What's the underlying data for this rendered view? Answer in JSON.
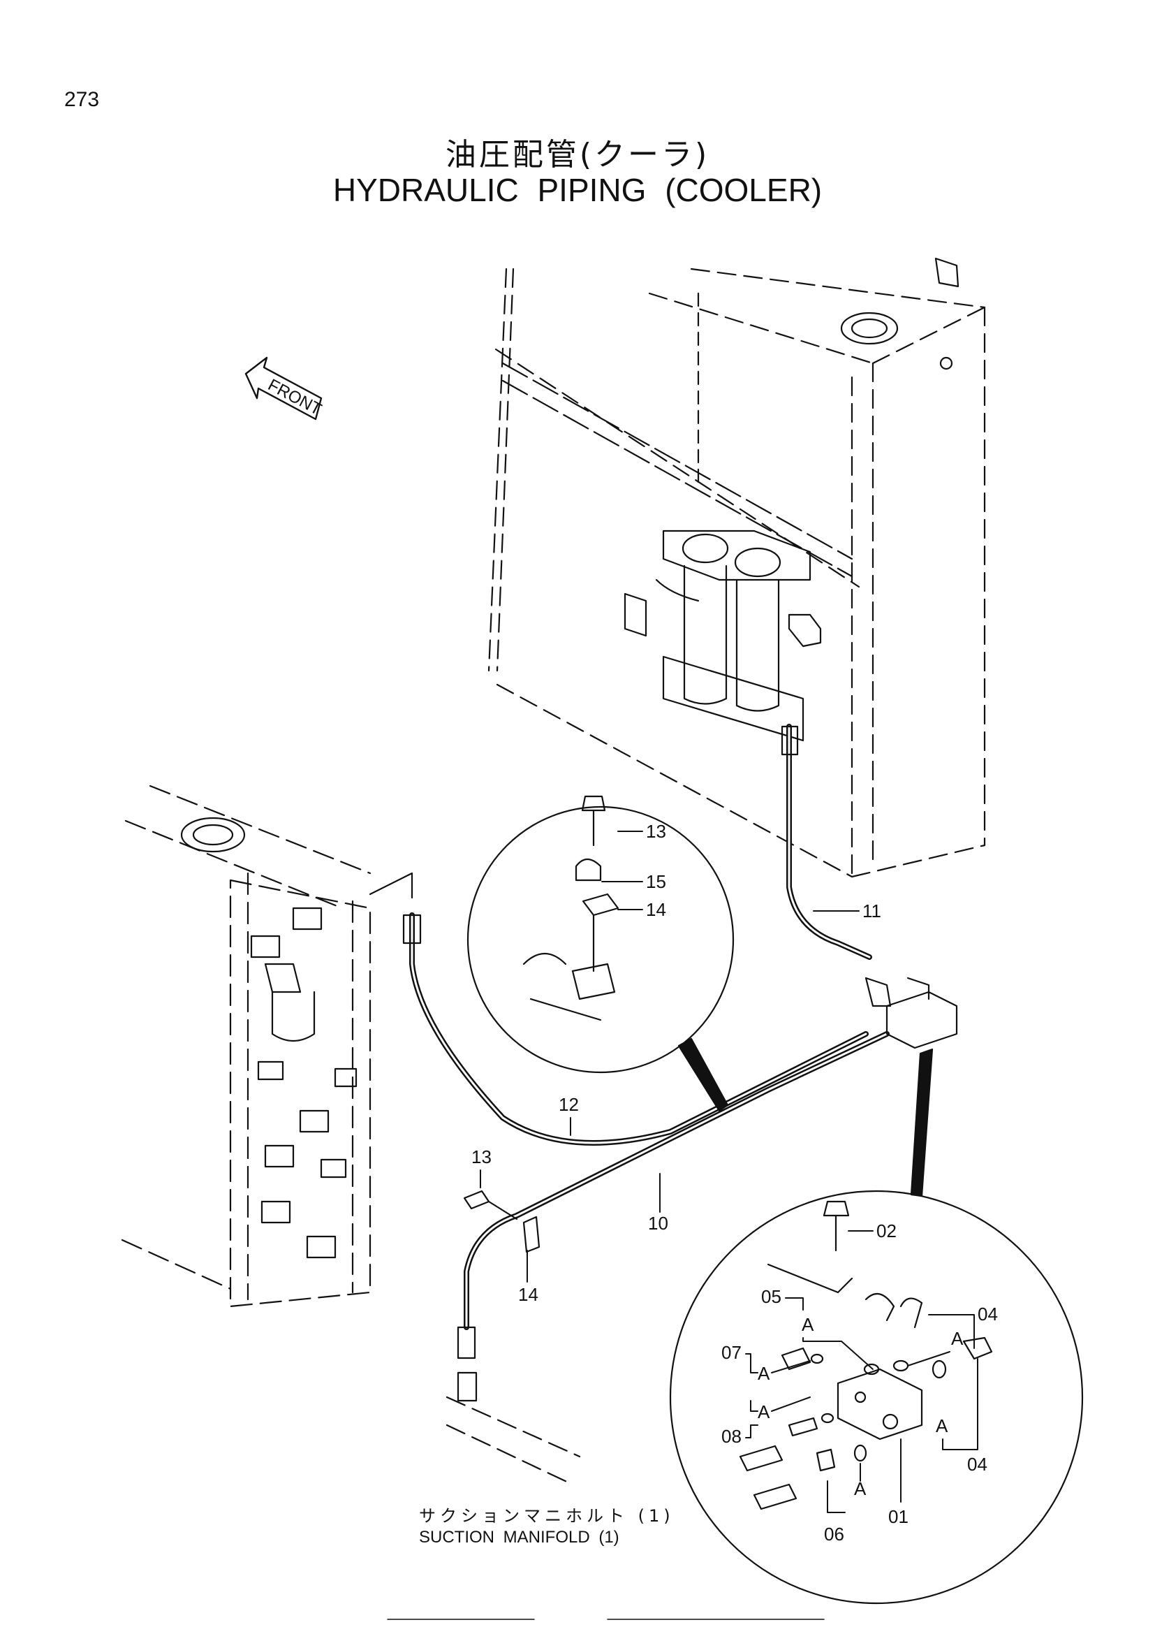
{
  "page_number": "273",
  "title_jp": "油圧配管(クーラ)",
  "title_en": "HYDRAULIC   PIPING (COOLER)",
  "front_label": "FRONT",
  "parts": {
    "p01": "01",
    "p02": "02",
    "p04a": "04",
    "p04b": "04",
    "p05": "05",
    "p06": "06",
    "p07": "07",
    "p08": "08",
    "p10": "10",
    "p11": "11",
    "p12": "12",
    "p13a": "13",
    "p13b": "13",
    "p14a": "14",
    "p14b": "14",
    "p15": "15"
  },
  "marker_letter": "A",
  "caption_jp": "サクションマニホルト (1)",
  "caption_en": "SUCTION  MANIFOLD  (1)"
}
